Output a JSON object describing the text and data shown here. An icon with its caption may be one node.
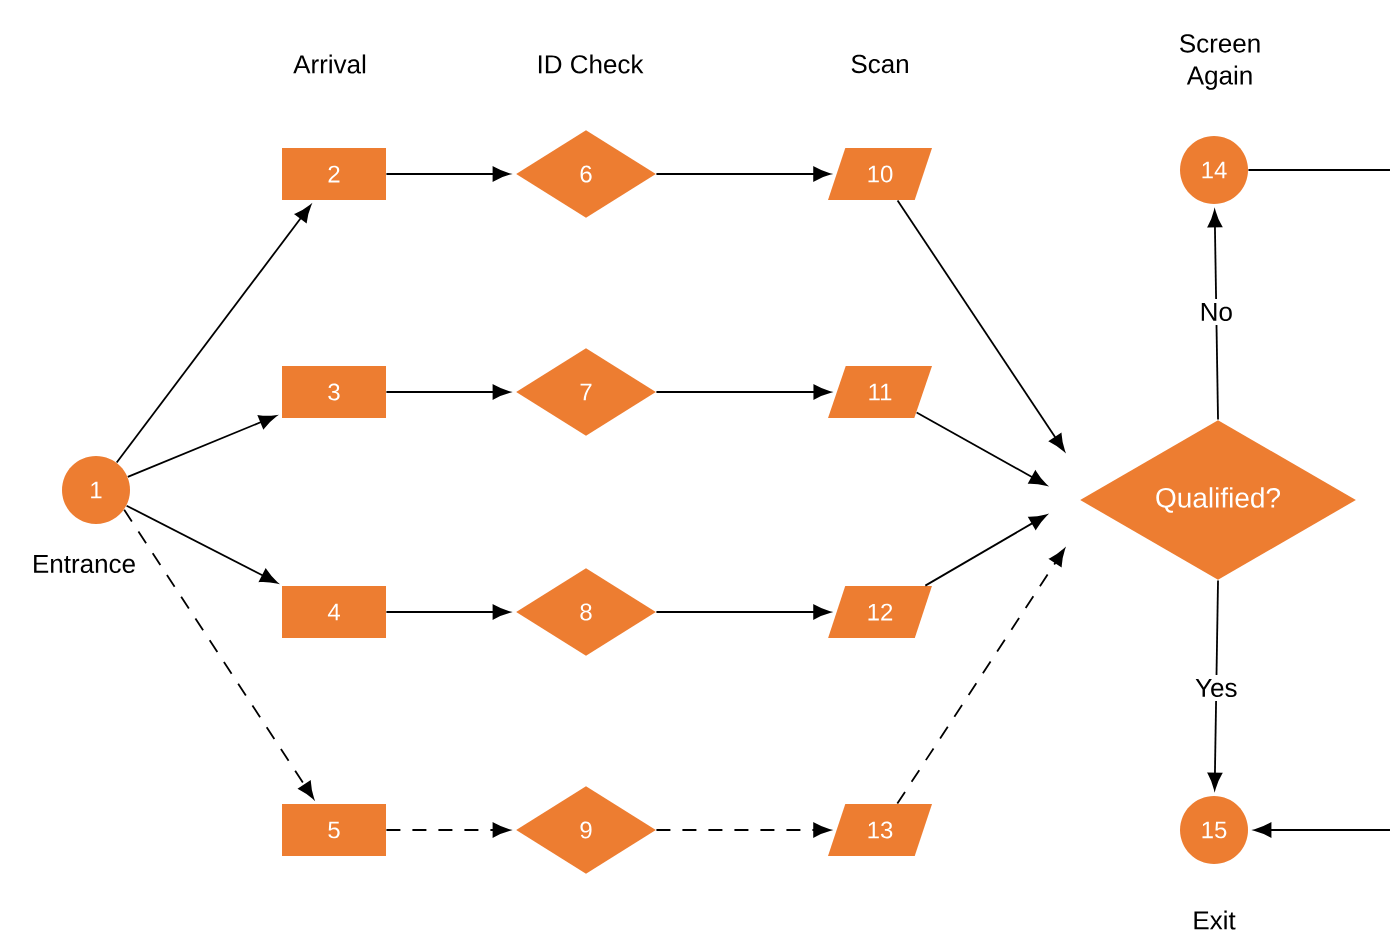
{
  "diagram": {
    "nodes": [
      {
        "text": [
          "1"
        ],
        "beside": [
          "Entrance"
        ]
      },
      {
        "text": [
          "2"
        ]
      },
      {
        "text": [
          "3"
        ]
      },
      {
        "text": [
          "4"
        ]
      },
      {
        "text": [
          "5"
        ]
      },
      {
        "text": [
          "6"
        ]
      },
      {
        "text": [
          "7"
        ]
      },
      {
        "text": [
          "8"
        ]
      },
      {
        "text": [
          "9"
        ]
      },
      {
        "text": [
          "10"
        ]
      },
      {
        "text": [
          "11"
        ]
      },
      {
        "text": [
          "12"
        ]
      },
      {
        "text": [
          "13"
        ]
      },
      {
        "text": [
          "Qualified?"
        ]
      },
      {
        "text": [
          "14"
        ],
        "beside": [
          "Screen Again"
        ]
      },
      {
        "text": [
          "15"
        ],
        "beside": [
          "Exit"
        ]
      }
    ],
    "edges": [
      {
        "from": 0,
        "to": 1,
        "arrow": "to"
      },
      {
        "from": 0,
        "to": 2,
        "arrow": "to"
      },
      {
        "from": 0,
        "to": 3,
        "arrow": "to"
      },
      {
        "from": 0,
        "to": 4,
        "arrow": "to",
        "style": "dashed"
      },
      {
        "from": 1,
        "to": 5,
        "arrow": "to"
      },
      {
        "from": 2,
        "to": 6,
        "arrow": "to"
      },
      {
        "from": 3,
        "to": 7,
        "arrow": "to"
      },
      {
        "from": 4,
        "to": 8,
        "arrow": "to",
        "style": "dashed"
      },
      {
        "from": 5,
        "to": 9,
        "arrow": "to"
      },
      {
        "from": 6,
        "to": 10,
        "arrow": "to"
      },
      {
        "from": 7,
        "to": 11,
        "arrow": "to"
      },
      {
        "from": 8,
        "to": 12,
        "arrow": "to",
        "style": "dashed"
      },
      {
        "from": 9,
        "to": 13,
        "arrow": "to"
      },
      {
        "from": 10,
        "to": 13,
        "arrow": "to"
      },
      {
        "from": 11,
        "to": 13,
        "arrow": "to"
      },
      {
        "from": 12,
        "to": 13,
        "arrow": "to",
        "style": "dashed"
      },
      {
        "from": 13,
        "to": 14,
        "arrow": "to",
        "label": "No"
      },
      {
        "from": 13,
        "to": 15,
        "arrow": "to",
        "label": "Yes"
      },
      {
        "from": 14,
        "to": null,
        "arrow": "none"
      },
      {
        "from": null,
        "to": 15,
        "arrow": "to"
      }
    ],
    "labels": [
      "Arrival",
      "ID Check",
      "Scan"
    ]
  }
}
